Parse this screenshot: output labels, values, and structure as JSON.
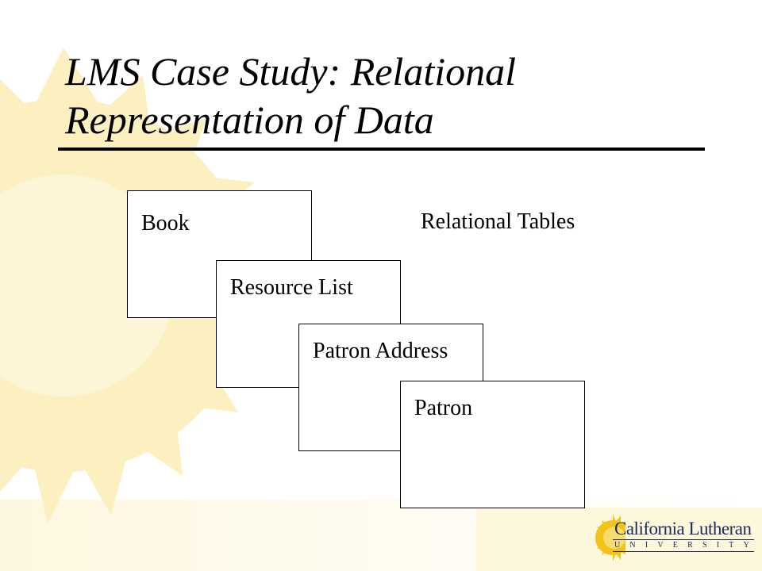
{
  "slide": {
    "title_line1": "LMS Case Study: Relational",
    "title_line2": "Representation of Data"
  },
  "diagram": {
    "label": "Relational Tables",
    "tables": [
      "Book",
      "Resource List",
      "Patron Address",
      "Patron"
    ]
  },
  "logo": {
    "name": "California Lutheran",
    "subtitle": "UNIVERSITY"
  },
  "colors": {
    "sunburst": "#fcefc0",
    "logo_gold": "#f3c21b",
    "logo_navy": "#1b2a5c"
  }
}
